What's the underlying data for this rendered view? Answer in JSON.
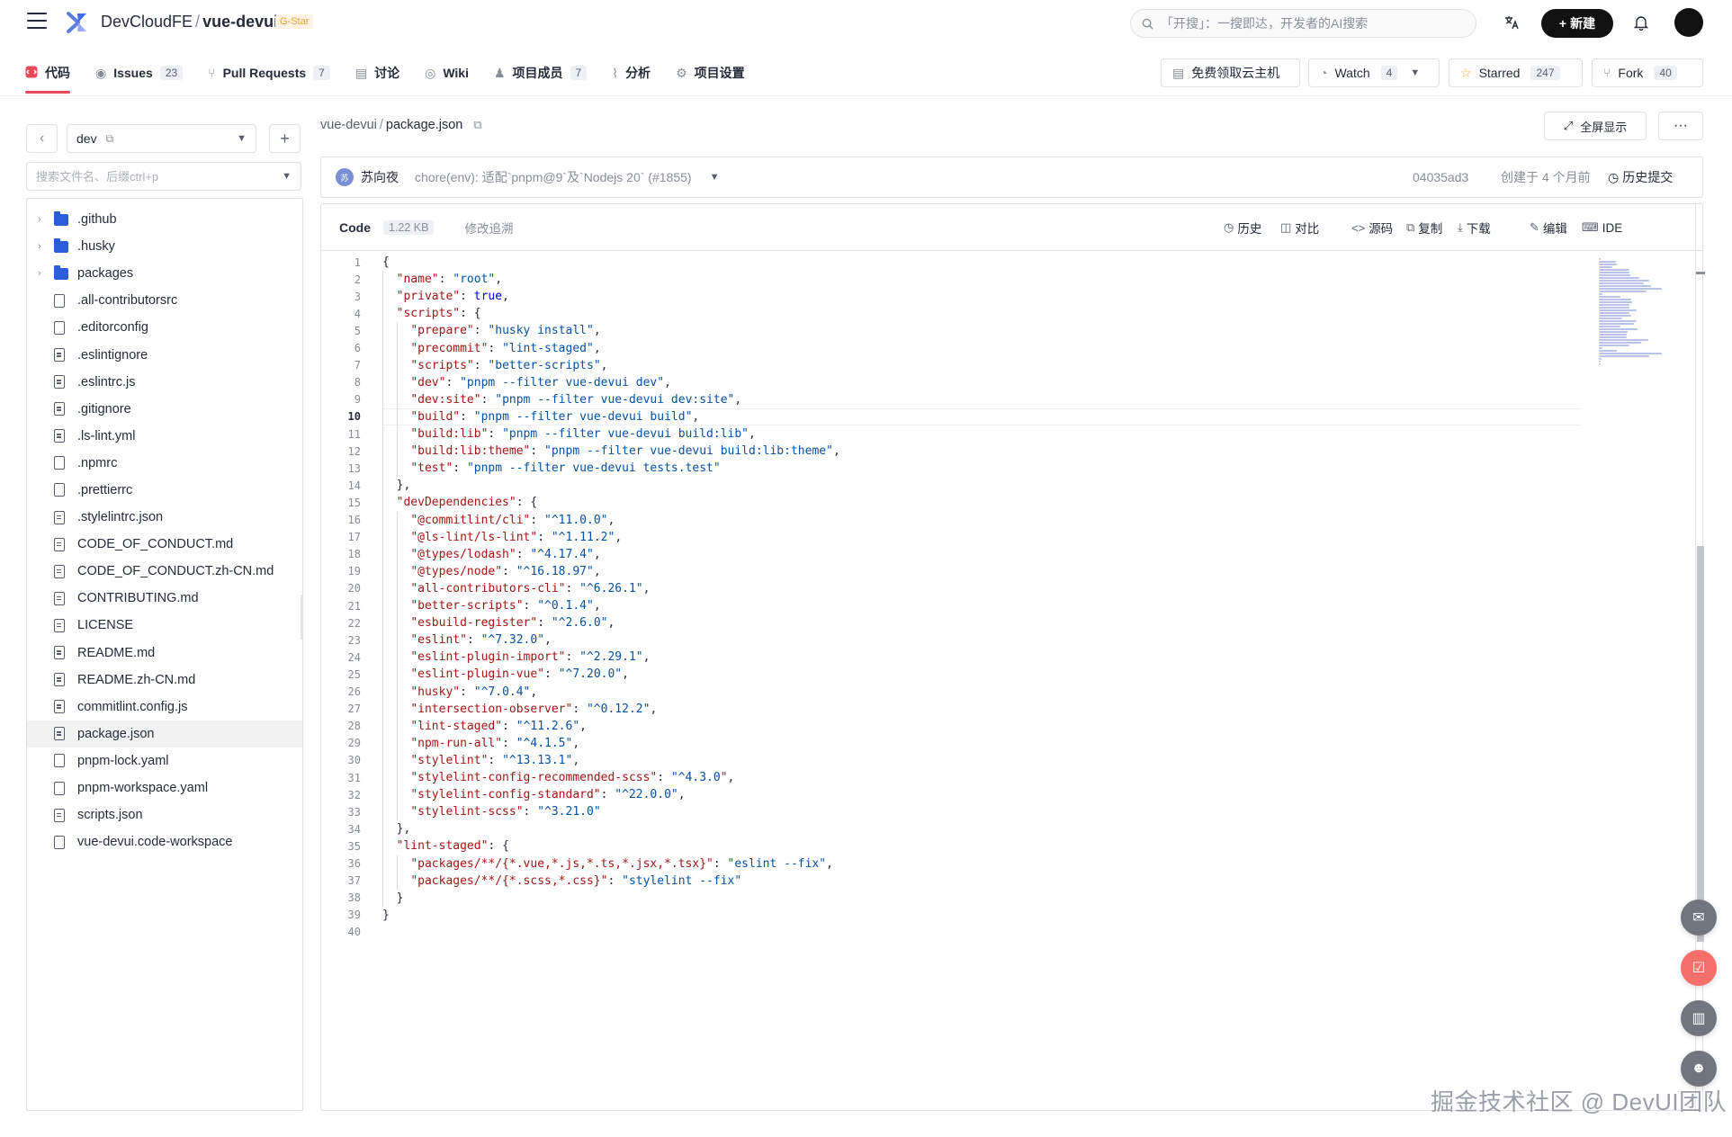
{
  "header": {
    "org": "DevCloudFE",
    "repo": "vue-devui",
    "badge": "G-Star",
    "search_placeholder": "「开搜」：一搜即达，开发者的AI搜索",
    "new_label": "新建"
  },
  "tabs": [
    {
      "label": "代码",
      "count": ""
    },
    {
      "label": "Issues",
      "count": "23"
    },
    {
      "label": "Pull Requests",
      "count": "7"
    },
    {
      "label": "讨论",
      "count": ""
    },
    {
      "label": "Wiki",
      "count": ""
    },
    {
      "label": "项目成员",
      "count": "7"
    },
    {
      "label": "分析",
      "count": ""
    },
    {
      "label": "项目设置",
      "count": ""
    }
  ],
  "actions": {
    "cloud_label": "免费领取云主机",
    "watch_label": "Watch",
    "watch_count": "4",
    "star_label": "Starred",
    "star_count": "247",
    "fork_label": "Fork",
    "fork_count": "40"
  },
  "sidebar": {
    "branch": "dev",
    "file_search_placeholder": "搜索文件名、后缀ctrl+p",
    "items": [
      {
        "name": ".github",
        "kind": "folder"
      },
      {
        "name": ".husky",
        "kind": "folder"
      },
      {
        "name": "packages",
        "kind": "folder"
      },
      {
        "name": ".all-contributorsrc",
        "kind": "file"
      },
      {
        "name": ".editorconfig",
        "kind": "file"
      },
      {
        "name": ".eslintignore",
        "kind": "doc"
      },
      {
        "name": ".eslintrc.js",
        "kind": "doc"
      },
      {
        "name": ".gitignore",
        "kind": "doc"
      },
      {
        "name": ".ls-lint.yml",
        "kind": "doc"
      },
      {
        "name": ".npmrc",
        "kind": "file"
      },
      {
        "name": ".prettierrc",
        "kind": "file"
      },
      {
        "name": ".stylelintrc.json",
        "kind": "doc"
      },
      {
        "name": "CODE_OF_CONDUCT.md",
        "kind": "doc"
      },
      {
        "name": "CODE_OF_CONDUCT.zh-CN.md",
        "kind": "doc"
      },
      {
        "name": "CONTRIBUTING.md",
        "kind": "doc"
      },
      {
        "name": "LICENSE",
        "kind": "doc"
      },
      {
        "name": "README.md",
        "kind": "doc"
      },
      {
        "name": "README.zh-CN.md",
        "kind": "doc"
      },
      {
        "name": "commitlint.config.js",
        "kind": "doc"
      },
      {
        "name": "package.json",
        "kind": "doc",
        "selected": true
      },
      {
        "name": "pnpm-lock.yaml",
        "kind": "file"
      },
      {
        "name": "pnpm-workspace.yaml",
        "kind": "file"
      },
      {
        "name": "scripts.json",
        "kind": "doc"
      },
      {
        "name": "vue-devui.code-workspace",
        "kind": "file"
      }
    ]
  },
  "content": {
    "breadcrumb_repo": "vue-devui",
    "breadcrumb_file": "package.json",
    "fullscreen_label": "全屏显示",
    "commit": {
      "avatar_text": "苏",
      "author": "苏向夜",
      "message": "chore(env): 适配`pnpm@9`及`Nodejs 20` (#1855)",
      "sha": "04035ad3",
      "time": "创建于 4 个月前",
      "history_label": "历史提交"
    },
    "toolbar": {
      "code_tab": "Code",
      "size": "1.22 KB",
      "blame": "修改追溯",
      "history": "历史",
      "compare": "对比",
      "source": "源码",
      "copy": "复制",
      "download": "下载",
      "edit": "编辑",
      "ide": "IDE"
    },
    "current_line": 10,
    "code_lines": [
      "{",
      "  \"name\": \"root\",",
      "  \"private\": true,",
      "  \"scripts\": {",
      "    \"prepare\": \"husky install\",",
      "    \"precommit\": \"lint-staged\",",
      "    \"scripts\": \"better-scripts\",",
      "    \"dev\": \"pnpm --filter vue-devui dev\",",
      "    \"dev:site\": \"pnpm --filter vue-devui dev:site\",",
      "    \"build\": \"pnpm --filter vue-devui build\",",
      "    \"build:lib\": \"pnpm --filter vue-devui build:lib\",",
      "    \"build:lib:theme\": \"pnpm --filter vue-devui build:lib:theme\",",
      "    \"test\": \"pnpm --filter vue-devui tests.test\"",
      "  },",
      "  \"devDependencies\": {",
      "    \"@commitlint/cli\": \"^11.0.0\",",
      "    \"@ls-lint/ls-lint\": \"^1.11.2\",",
      "    \"@types/lodash\": \"^4.17.4\",",
      "    \"@types/node\": \"^16.18.97\",",
      "    \"all-contributors-cli\": \"^6.26.1\",",
      "    \"better-scripts\": \"^0.1.4\",",
      "    \"esbuild-register\": \"^2.6.0\",",
      "    \"eslint\": \"^7.32.0\",",
      "    \"eslint-plugin-import\": \"^2.29.1\",",
      "    \"eslint-plugin-vue\": \"^7.20.0\",",
      "    \"husky\": \"^7.0.4\",",
      "    \"intersection-observer\": \"^0.12.2\",",
      "    \"lint-staged\": \"^11.2.6\",",
      "    \"npm-run-all\": \"^4.1.5\",",
      "    \"stylelint\": \"^13.13.1\",",
      "    \"stylelint-config-recommended-scss\": \"^4.3.0\",",
      "    \"stylelint-config-standard\": \"^22.0.0\",",
      "    \"stylelint-scss\": \"^3.21.0\"",
      "  },",
      "  \"lint-staged\": {",
      "    \"packages/**/{*.vue,*.js,*.ts,*.jsx,*.tsx}\": \"eslint --fix\",",
      "    \"packages/**/{*.scss,*.css}\": \"stylelint --fix\"",
      "  }",
      "}",
      ""
    ]
  },
  "watermark": "掘金技术社区 @ DevUI团队",
  "colors": {
    "accent": "#e7495b",
    "folder": "#2b5fd9",
    "json_key": "#a31515",
    "json_string": "#0451a5",
    "json_bool": "#0000ff"
  }
}
